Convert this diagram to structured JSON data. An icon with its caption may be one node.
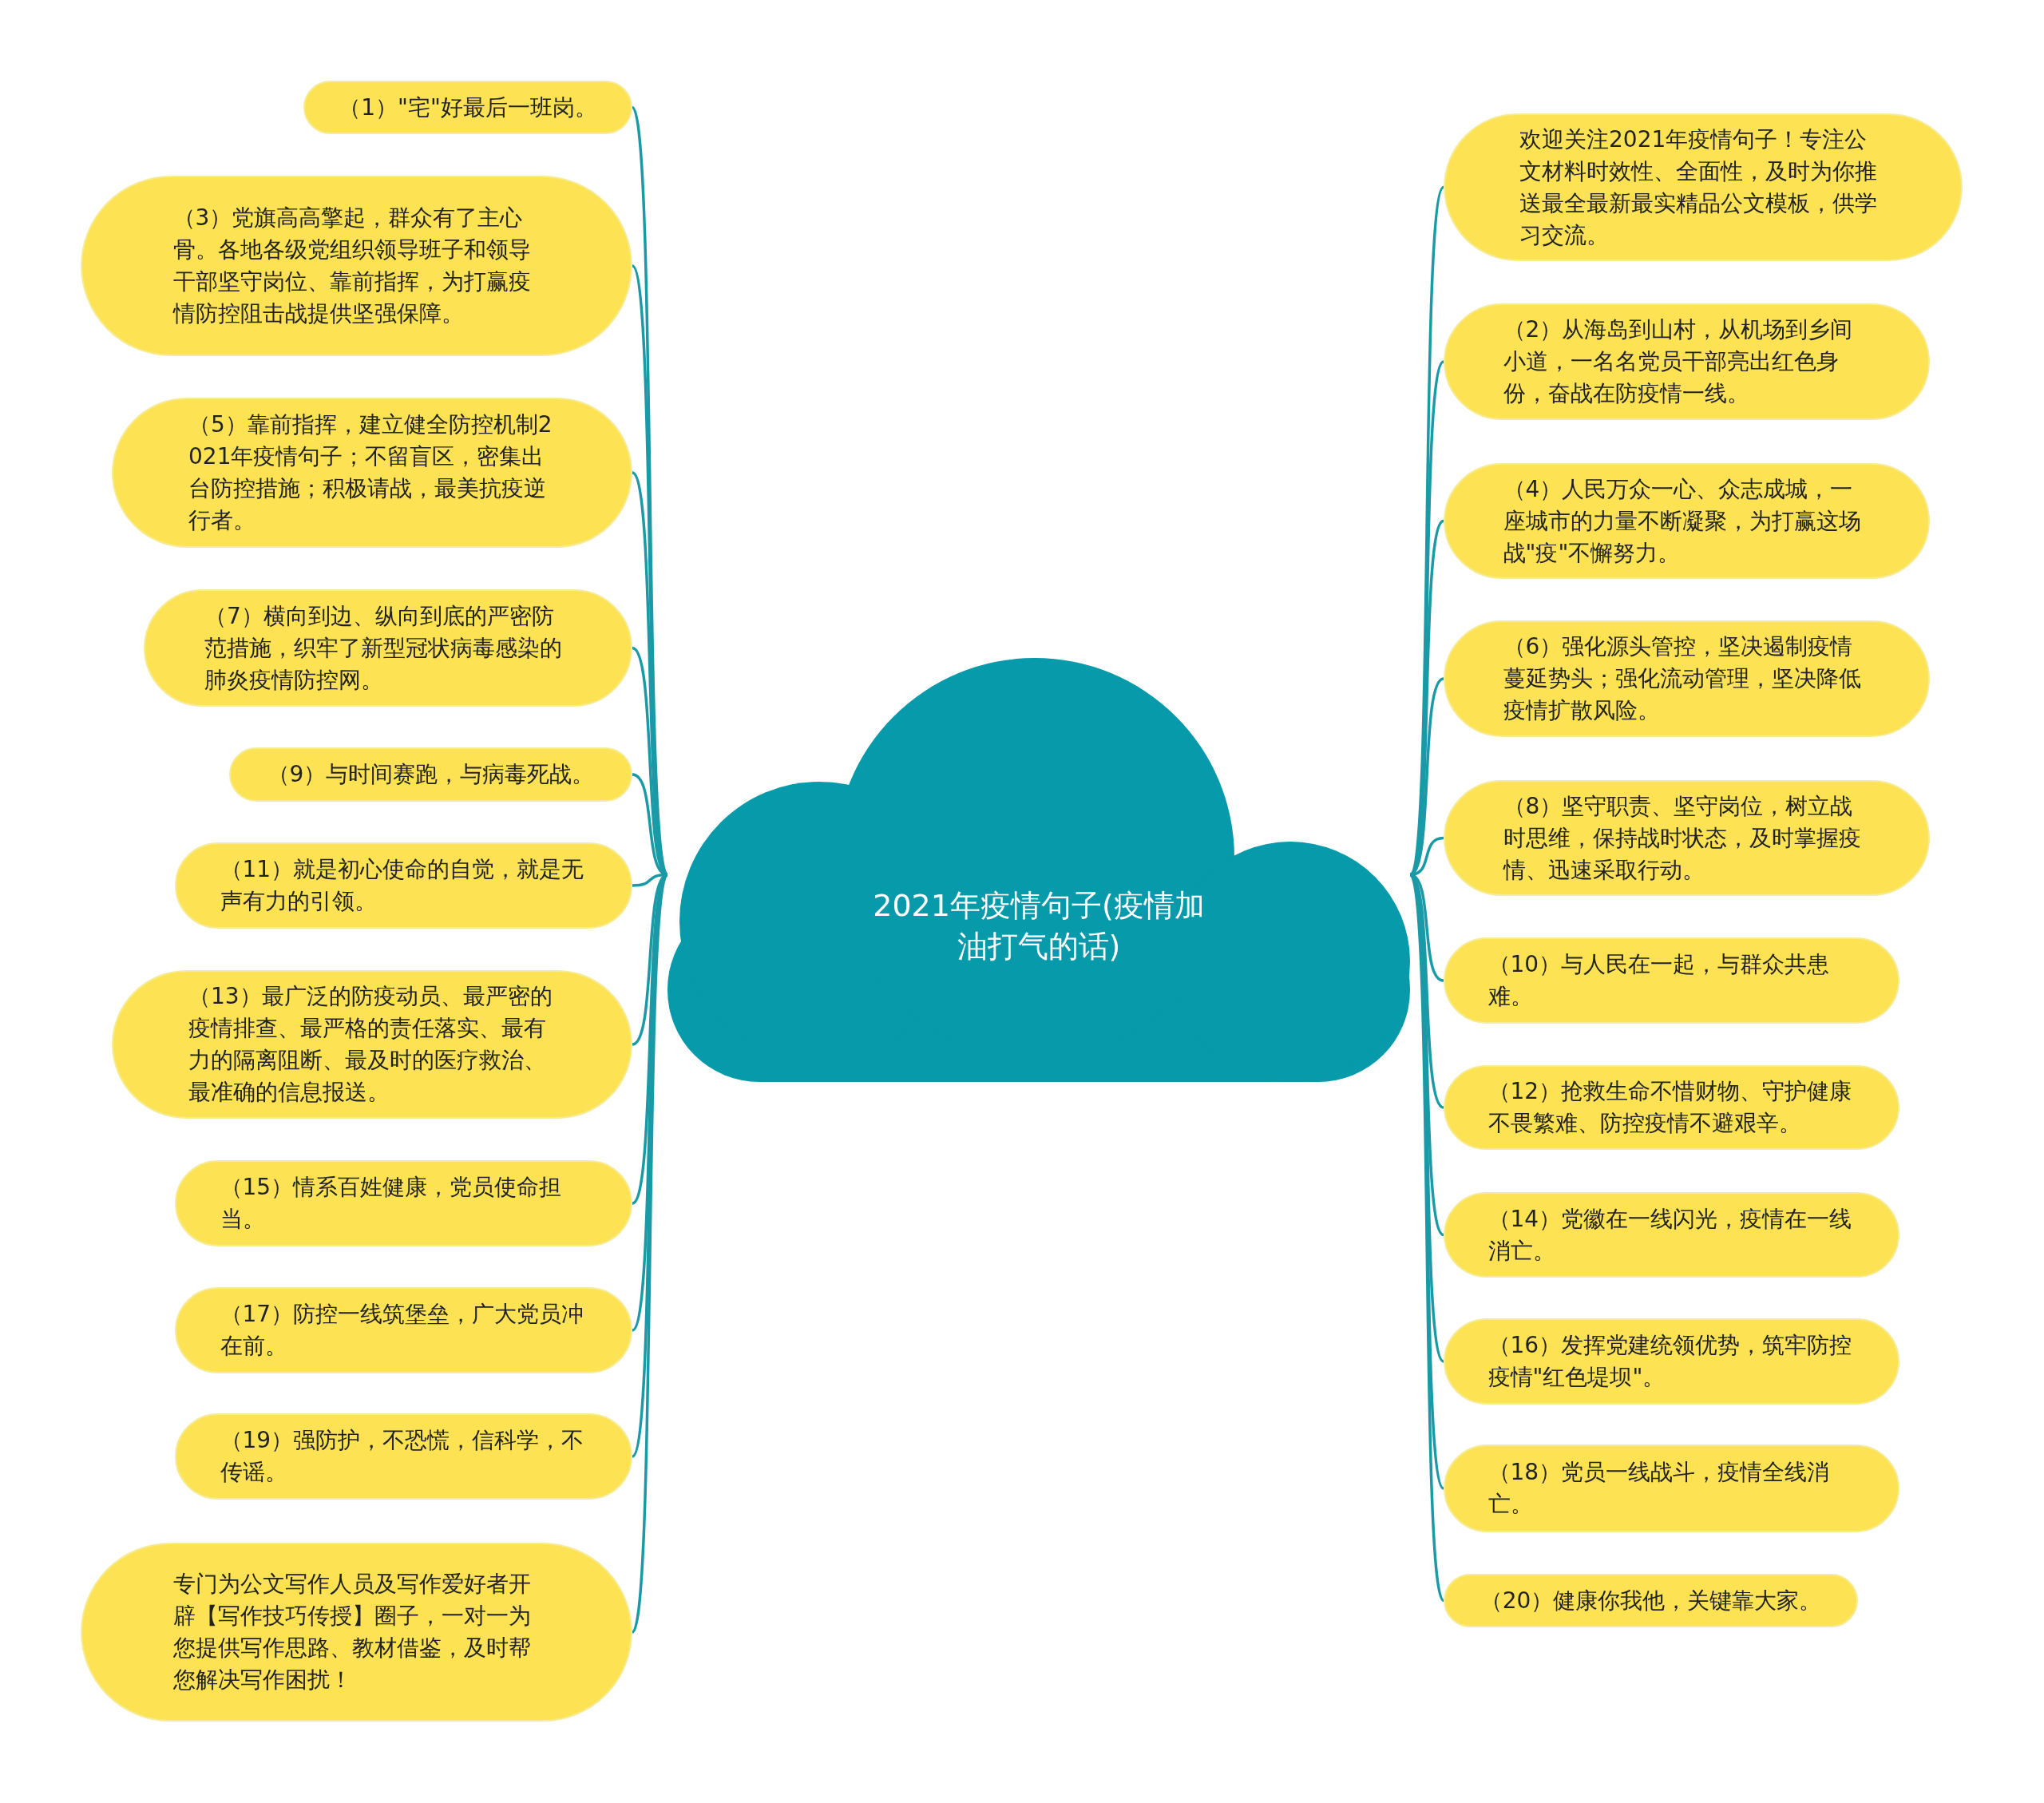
{
  "diagram": {
    "nodes": [
      {
        "text": [
          "2021年疫情句子(疫情加油打气的话)"
        ]
      },
      {
        "text": [
          "（1）\"宅\"好最后一班岗。"
        ]
      },
      {
        "text": [
          "（3）党旗高高擎起，群众有了主心骨。各地各级党组织领导班子和领导干部坚守岗位、靠前指挥，为打赢疫情防控阻击战提供坚强保障。"
        ]
      },
      {
        "text": [
          "（5）靠前指挥，建立健全防控机制2021年疫情句子；不留盲区，密集出台防控措施；积极请战，最美抗疫逆行者。"
        ]
      },
      {
        "text": [
          "（7）横向到边、纵向到底的严密防范措施，织牢了新型冠状病毒感染的肺炎疫情防控网。"
        ]
      },
      {
        "text": [
          "（9）与时间赛跑，与病毒死战。"
        ]
      },
      {
        "text": [
          "（11）就是初心使命的自觉，就是无声有力的引领。"
        ]
      },
      {
        "text": [
          "（13）最广泛的防疫动员、最严密的疫情排查、最严格的责任落实、最有力的隔离阻断、最及时的医疗救治、最准确的信息报送。"
        ]
      },
      {
        "text": [
          "（15）情系百姓健康，党员使命担当。"
        ]
      },
      {
        "text": [
          "（17）防控一线筑堡垒，广大党员冲在前。"
        ]
      },
      {
        "text": [
          "（19）强防护，不恐慌，信科学，不传谣。"
        ]
      },
      {
        "text": [
          "专门为公文写作人员及写作爱好者开辟【写作技巧传授】圈子，一对一为您提供写作思路、教材借鉴，及时帮您解决写作困扰！"
        ]
      },
      {
        "text": [
          "欢迎关注2021年疫情句子！专注公文材料时效性、全面性，及时为你推送最全最新最实精品公文模板，供学习交流。"
        ]
      },
      {
        "text": [
          "（2）从海岛到山村，从机场到乡间小道，一名名党员干部亮出红色身份，奋战在防疫情一线。"
        ]
      },
      {
        "text": [
          "（4）人民万众一心、众志成城，一座城市的力量不断凝聚，为打赢这场战\"疫\"不懈努力。"
        ]
      },
      {
        "text": [
          "（6）强化源头管控，坚决遏制疫情蔓延势头；强化流动管理，坚决降低疫情扩散风险。"
        ]
      },
      {
        "text": [
          "（8）坚守职责、坚守岗位，树立战时思维，保持战时状态，及时掌握疫情、迅速采取行动。"
        ]
      },
      {
        "text": [
          "（10）与人民在一起，与群众共患难。"
        ]
      },
      {
        "text": [
          "（12）抢救生命不惜财物、守护健康不畏繁难、防控疫情不避艰辛。"
        ]
      },
      {
        "text": [
          "（14）党徽在一线闪光，疫情在一线消亡。"
        ]
      },
      {
        "text": [
          "（16）发挥党建统领优势，筑牢防控疫情\"红色堤坝\"。"
        ]
      },
      {
        "text": [
          "（18）党员一线战斗，疫情全线消亡。"
        ]
      },
      {
        "text": [
          "（20）健康你我他，关键靠大家。"
        ]
      }
    ],
    "edges": [
      {
        "from": 0,
        "to": 1,
        "arrow": "none"
      },
      {
        "from": 0,
        "to": 2,
        "arrow": "none"
      },
      {
        "from": 0,
        "to": 3,
        "arrow": "none"
      },
      {
        "from": 0,
        "to": 4,
        "arrow": "none"
      },
      {
        "from": 0,
        "to": 5,
        "arrow": "none"
      },
      {
        "from": 0,
        "to": 6,
        "arrow": "none"
      },
      {
        "from": 0,
        "to": 7,
        "arrow": "none"
      },
      {
        "from": 0,
        "to": 8,
        "arrow": "none"
      },
      {
        "from": 0,
        "to": 9,
        "arrow": "none"
      },
      {
        "from": 0,
        "to": 10,
        "arrow": "none"
      },
      {
        "from": 0,
        "to": 11,
        "arrow": "none"
      },
      {
        "from": 0,
        "to": 12,
        "arrow": "none"
      },
      {
        "from": 0,
        "to": 13,
        "arrow": "none"
      },
      {
        "from": 0,
        "to": 14,
        "arrow": "none"
      },
      {
        "from": 0,
        "to": 15,
        "arrow": "none"
      },
      {
        "from": 0,
        "to": 16,
        "arrow": "none"
      },
      {
        "from": 0,
        "to": 17,
        "arrow": "none"
      },
      {
        "from": 0,
        "to": 18,
        "arrow": "none"
      },
      {
        "from": 0,
        "to": 19,
        "arrow": "none"
      },
      {
        "from": 0,
        "to": 20,
        "arrow": "none"
      },
      {
        "from": 0,
        "to": 21,
        "arrow": "none"
      },
      {
        "from": 0,
        "to": 22,
        "arrow": "none"
      }
    ]
  }
}
